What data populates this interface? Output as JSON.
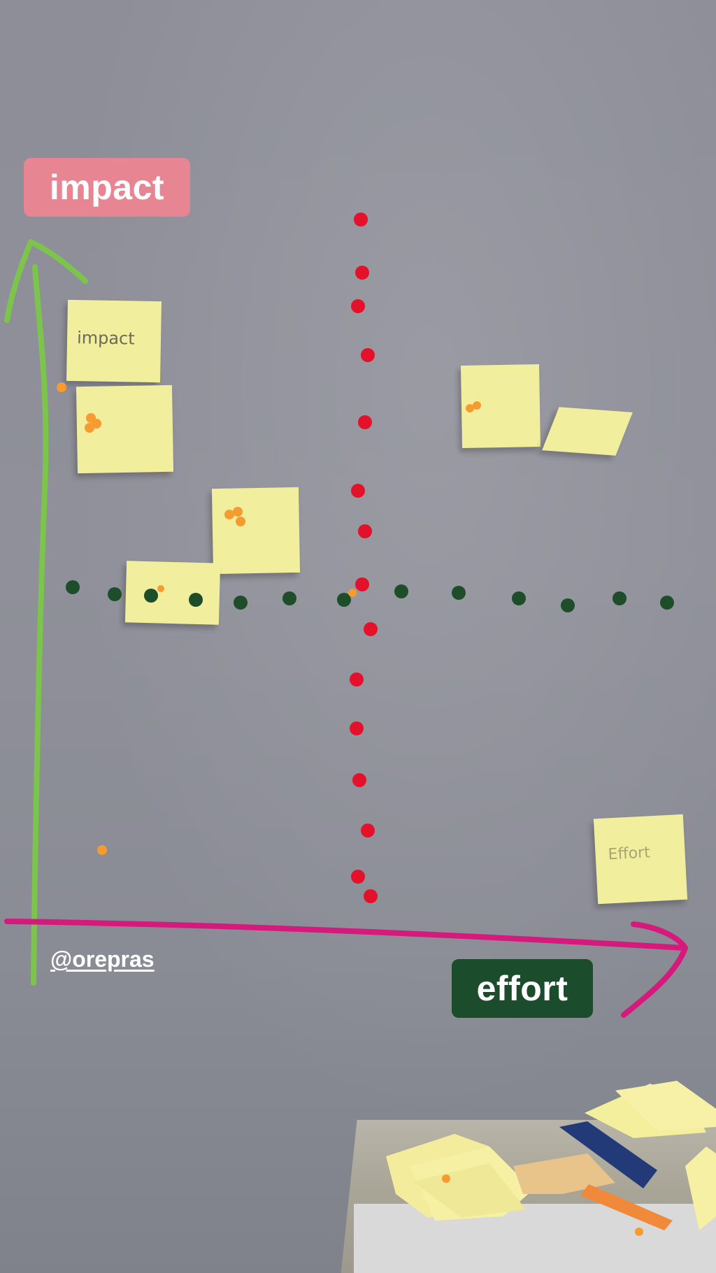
{
  "stickers": {
    "impact": "impact",
    "effort": "effort"
  },
  "mention": "@orepras",
  "notes": {
    "impact_label": "impact",
    "effort_label": "Effort"
  },
  "colors": {
    "wall": "#8d8e98",
    "impact_sticker": "#e88592",
    "effort_sticker": "#1b4d2d",
    "green_arrow": "#7cc44c",
    "magenta_arrow": "#d6197c",
    "red_dots": "#e3122a",
    "green_dots": "#1d4e29",
    "orange_dots": "#f59b30",
    "sticky_note": "#f1ee9e"
  }
}
